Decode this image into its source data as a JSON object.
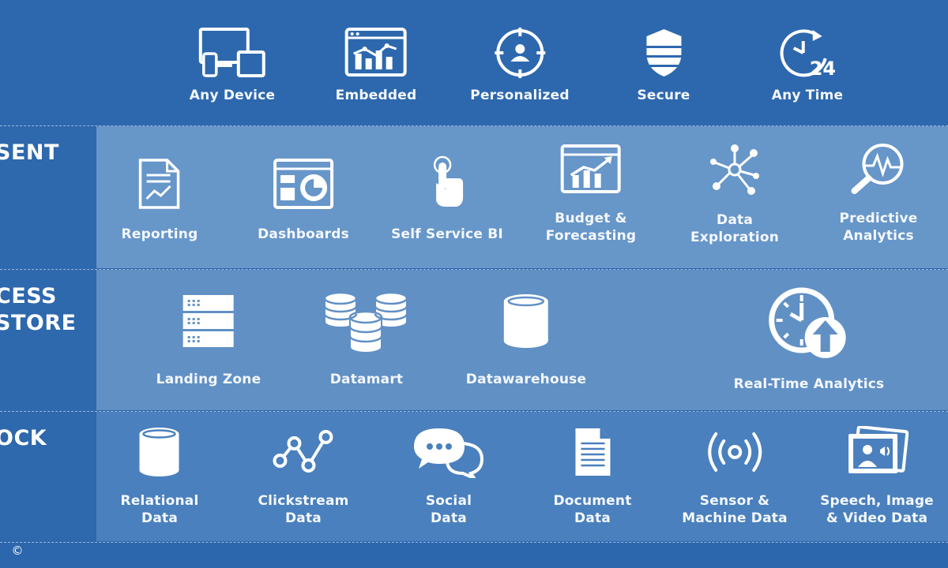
{
  "top": {
    "items": [
      {
        "label": "Any Device",
        "icon": "devices-icon"
      },
      {
        "label": "Embedded",
        "icon": "embedded-chart-icon"
      },
      {
        "label": "Personalized",
        "icon": "personalized-user-icon"
      },
      {
        "label": "Secure",
        "icon": "shield-icon"
      },
      {
        "label": "Any Time",
        "icon": "clock-24-icon"
      }
    ]
  },
  "present": {
    "row_label_1": "SENT",
    "items": [
      {
        "line1": "Reporting",
        "line2": "",
        "icon": "report-document-icon"
      },
      {
        "line1": "Dashboards",
        "line2": "",
        "icon": "dashboard-icon"
      },
      {
        "line1": "Self Service BI",
        "line2": "",
        "icon": "touch-hand-icon"
      },
      {
        "line1": "Budget &",
        "line2": "Forecasting",
        "icon": "growth-chart-icon"
      },
      {
        "line1": "Data",
        "line2": "Exploration",
        "icon": "network-nodes-icon"
      },
      {
        "line1": "Predictive",
        "line2": "Analytics",
        "icon": "magnifier-pulse-icon"
      }
    ]
  },
  "access": {
    "row_label_1": "CESS",
    "row_label_2": "STORE",
    "items": [
      {
        "label": "Landing Zone",
        "icon": "server-rack-icon"
      },
      {
        "label": "Datamart",
        "icon": "database-stack-icon"
      },
      {
        "label": "Datawarehouse",
        "icon": "database-icon"
      },
      {
        "label": "Real-Time Analytics",
        "icon": "clock-upload-icon"
      }
    ]
  },
  "block": {
    "row_label_1": "OCK",
    "items": [
      {
        "line1": "Relational",
        "line2": "Data",
        "icon": "database-cylinder-icon"
      },
      {
        "line1": "Clickstream",
        "line2": "Data",
        "icon": "clickstream-nodes-icon"
      },
      {
        "line1": "Social",
        "line2": "Data",
        "icon": "chat-bubbles-icon"
      },
      {
        "line1": "Document",
        "line2": "Data",
        "icon": "document-icon"
      },
      {
        "line1": "Sensor &",
        "line2": "Machine Data",
        "icon": "sensor-signal-icon"
      },
      {
        "line1": "Speech, Image",
        "line2": "& Video Data",
        "icon": "media-photos-icon"
      }
    ]
  },
  "footer": {
    "copyright": "©"
  },
  "colors": {
    "dark_blue": "#2c66ad",
    "present_bg": "#6796c9",
    "access_bg": "#6190c5",
    "block_bg": "#4a80bd"
  }
}
